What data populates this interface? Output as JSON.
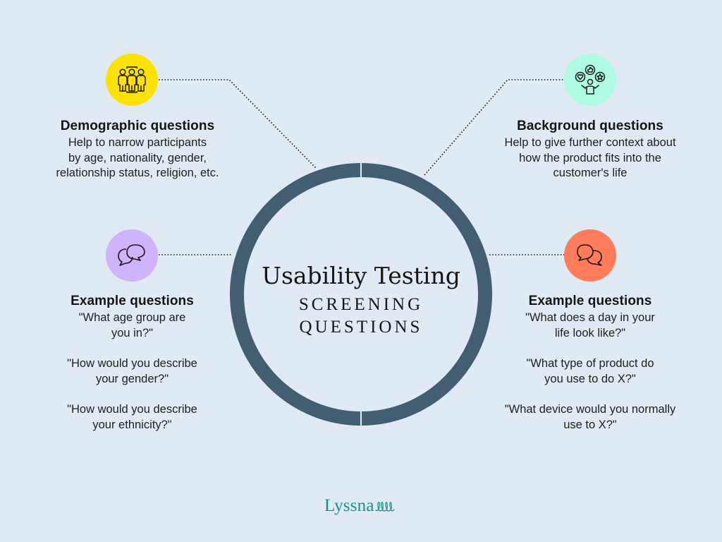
{
  "center": {
    "title": "Usability Testing",
    "subtitle": "SCREENING\nQUESTIONS",
    "ring_color": "#435e70",
    "background_color": "#e0eaf5"
  },
  "nodes": {
    "demographic": {
      "icon": "group-of-people-icon",
      "icon_bg_color": "#fde102",
      "title": "Demographic questions",
      "body": "Help to narrow participants\nby age, nationality, gender,\nrelationship status, religion, etc."
    },
    "background": {
      "icon": "person-juggling-likes-icon",
      "icon_bg_color": "#b0fbe3",
      "title": "Background questions",
      "body": "Help to give further context about\nhow the product fits into the\ncustomer's life"
    },
    "demographic_examples": {
      "icon": "speech-bubbles-icon",
      "icon_bg_color": "#cfb3fb",
      "title": "Example questions",
      "items": [
        "\"What age group are\nyou in?\"",
        "\"How would you describe\nyour gender?\"",
        "\"How would you describe\nyour ethnicity?\""
      ]
    },
    "background_examples": {
      "icon": "speech-bubbles-icon",
      "icon_bg_color": "#ff7b5a",
      "title": "Example questions",
      "items": [
        "\"What does a day in your\nlife look like?\"",
        "\"What type of product do\nyou use to do X?\"",
        "\"What device would you normally\nuse to X?\""
      ]
    }
  },
  "footer": {
    "logo_text": "Lyssna",
    "logo_color": "#15928b"
  }
}
